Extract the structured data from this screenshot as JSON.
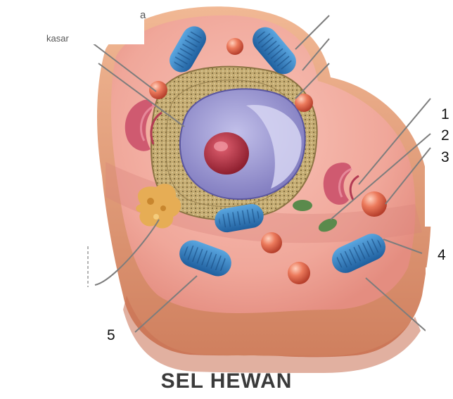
{
  "title": "SEL HEWAN",
  "fragments": {
    "top_left_a": "a",
    "top_left_word": "kasar"
  },
  "labels": [
    {
      "id": "1",
      "text": "1"
    },
    {
      "id": "2",
      "text": "2"
    },
    {
      "id": "3",
      "text": "3"
    },
    {
      "id": "4",
      "text": "4"
    },
    {
      "id": "5",
      "text": "5"
    }
  ],
  "colors": {
    "cytoplasm": "#f0a79a",
    "membrane": "#e3a07e",
    "mitochondria": "#2f7fc4",
    "nucleus": "#8a86c6",
    "nucleolus": "#b0303e",
    "golgi": "#cf5a70",
    "er_rough": "#b79e6a",
    "vesicle": "#e56b4f",
    "centrosome": "#e6ad55",
    "lysosome": "#5a8a4c"
  }
}
